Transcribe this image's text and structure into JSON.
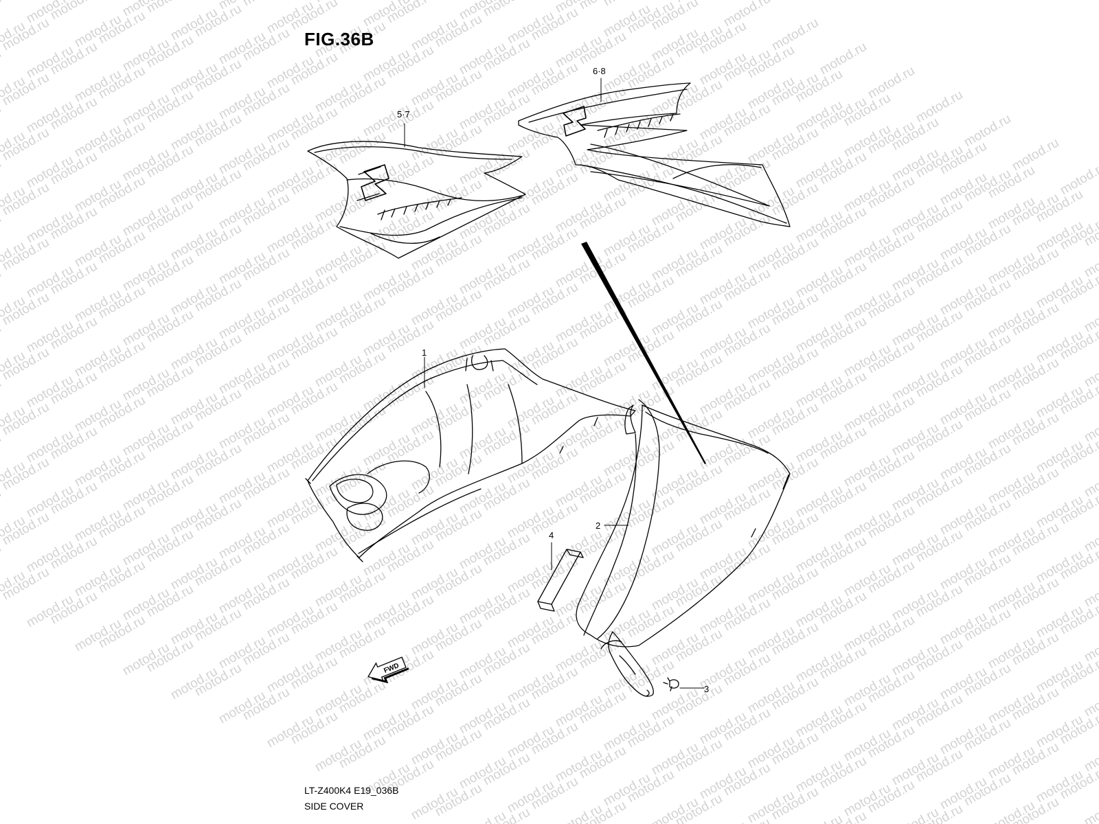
{
  "figure": {
    "title": "FIG.36B",
    "model_code": "LT-Z400K4 E19_036B",
    "section": "SIDE COVER"
  },
  "watermark": "motod.ru",
  "callouts": [
    {
      "id": "c1",
      "label": "1"
    },
    {
      "id": "c2",
      "label": "2"
    },
    {
      "id": "c3",
      "label": "3"
    },
    {
      "id": "c4",
      "label": "4"
    },
    {
      "id": "c57",
      "label": "5·7"
    },
    {
      "id": "c68",
      "label": "6·8"
    }
  ],
  "fwd_label": "FWD",
  "colors": {
    "line": "#000000",
    "watermark": "#d2d2d2",
    "background": "#ffffff"
  }
}
